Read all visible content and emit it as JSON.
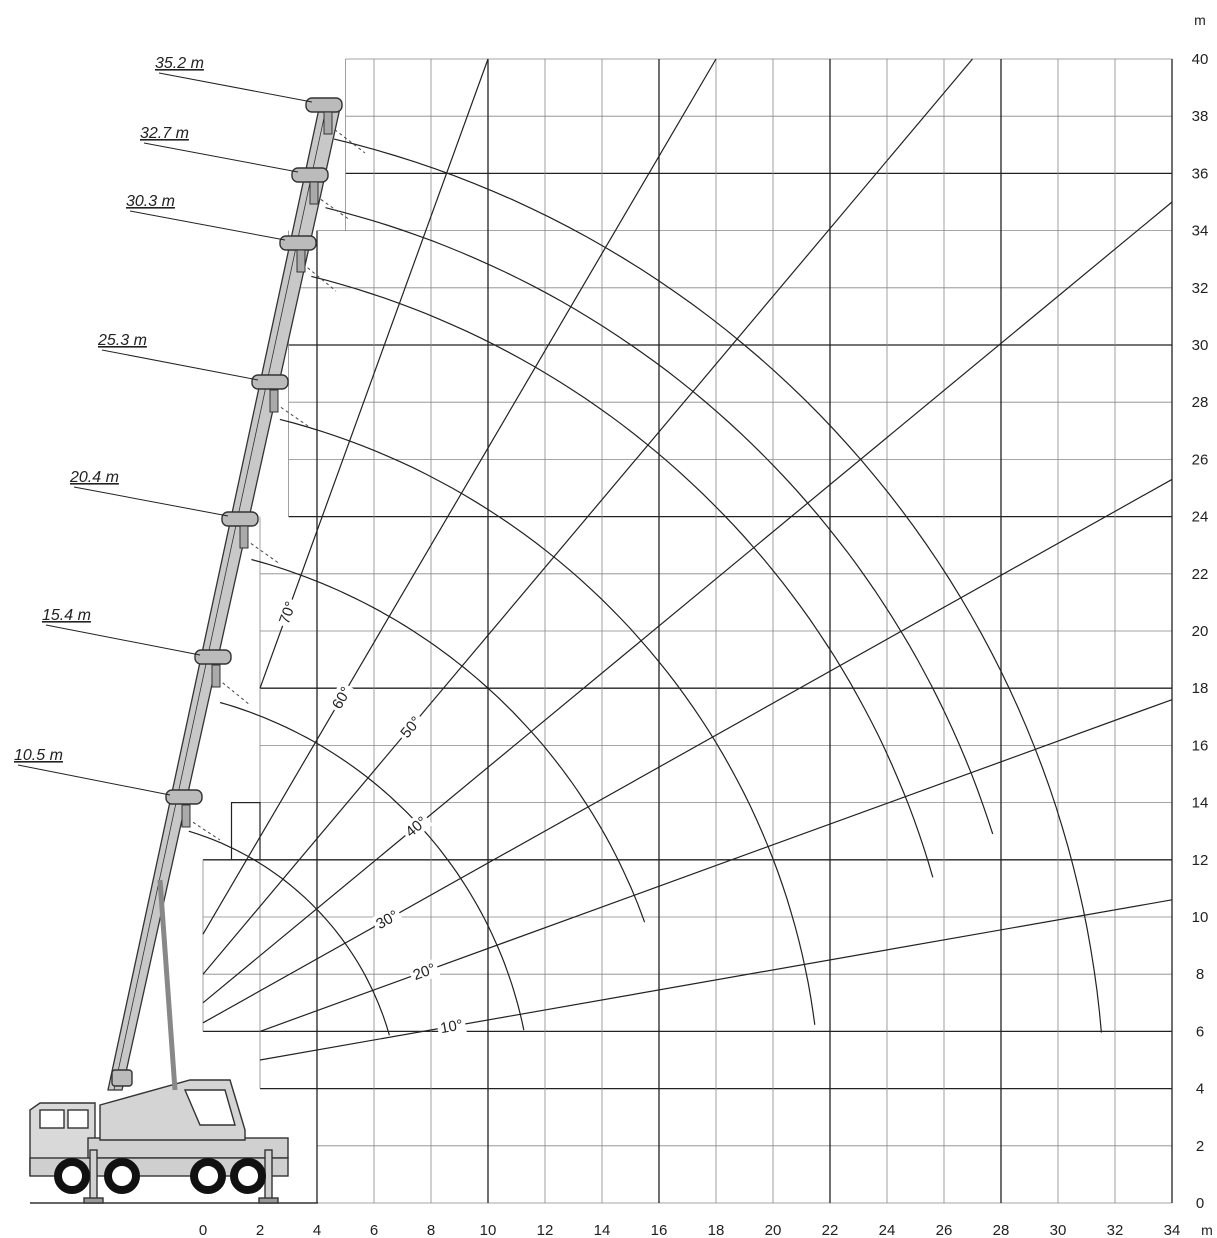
{
  "units": {
    "x": "m",
    "y": "m"
  },
  "x_ticks": [
    0,
    2,
    4,
    6,
    8,
    10,
    12,
    14,
    16,
    18,
    20,
    22,
    24,
    26,
    28,
    30,
    32,
    34
  ],
  "y_ticks": [
    0,
    2,
    4,
    6,
    8,
    10,
    12,
    14,
    16,
    18,
    20,
    22,
    24,
    26,
    28,
    30,
    32,
    34,
    36,
    38,
    40
  ],
  "chart_data": {
    "type": "line",
    "title": "",
    "xlabel": "m",
    "ylabel": "m",
    "xlim": [
      0,
      34
    ],
    "ylim": [
      0,
      40
    ],
    "grid": true,
    "boom_lengths": [
      {
        "label": "35.2 m",
        "tip": [
          4.6,
          37.2
        ],
        "end": [
          32,
          6
        ]
      },
      {
        "label": "32.7 m",
        "tip": [
          4.3,
          34.8
        ],
        "end": [
          28,
          13
        ]
      },
      {
        "label": "30.3 m",
        "tip": [
          3.8,
          32.4
        ],
        "end": [
          26,
          11.5
        ]
      },
      {
        "label": "25.3 m",
        "tip": [
          2.7,
          27.4
        ],
        "end": [
          22,
          6.3
        ]
      },
      {
        "label": "20.4 m",
        "tip": [
          1.7,
          22.5
        ],
        "end": [
          16,
          10
        ]
      },
      {
        "label": "15.4 m",
        "tip": [
          0.6,
          17.5
        ],
        "end": [
          12,
          6.2
        ]
      },
      {
        "label": "10.5 m",
        "tip": [
          -0.5,
          13.0
        ],
        "end": [
          7,
          6.0
        ]
      }
    ],
    "angle_lines": [
      {
        "label": "70°",
        "from": [
          2,
          18
        ],
        "to": [
          10,
          40
        ]
      },
      {
        "label": "60°",
        "from": [
          0,
          9.4
        ],
        "to": [
          18,
          40
        ]
      },
      {
        "label": "50°",
        "from": [
          0,
          8
        ],
        "to": [
          27,
          40
        ]
      },
      {
        "label": "40°",
        "from": [
          0,
          7
        ],
        "to": [
          34,
          35
        ]
      },
      {
        "label": "30°",
        "from": [
          0,
          6.3
        ],
        "to": [
          34,
          25.3
        ]
      },
      {
        "label": "20°",
        "from": [
          2,
          6
        ],
        "to": [
          34,
          17.6
        ]
      },
      {
        "label": "10°",
        "from": [
          2,
          5
        ],
        "to": [
          34,
          10.6
        ]
      }
    ]
  }
}
